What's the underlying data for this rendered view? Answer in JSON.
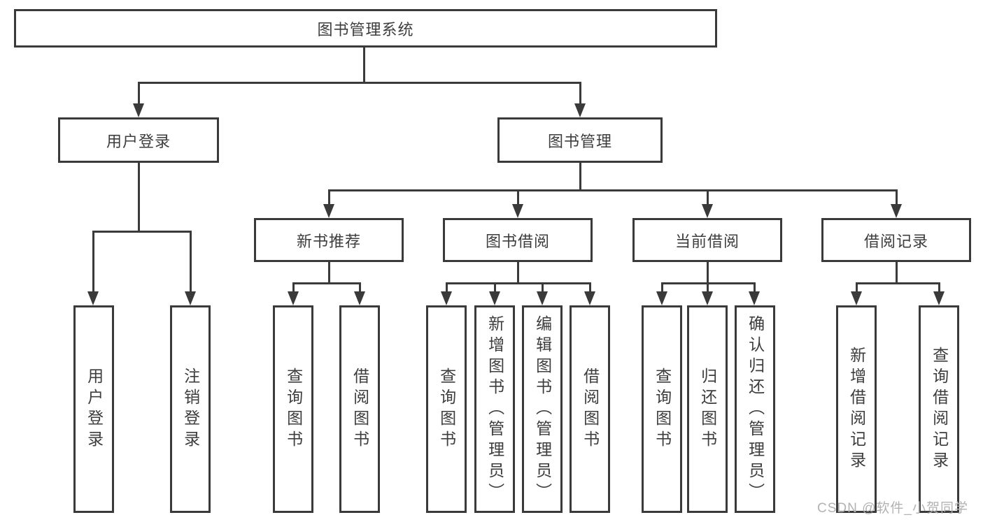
{
  "colors": {
    "line": "#3a3a3a",
    "text": "#3d3d3d",
    "box_background": "#ffffff",
    "watermark": "#b3b1b1"
  },
  "watermark": {
    "text": "CSDN @软件_小贺同学"
  },
  "chart_data": {
    "type": "tree",
    "title": "图书管理系统",
    "structure": "root > [用户登录, 图书管理]; 用户登录 > [用户登录, 注销登录]; 图书管理 > [新书推荐, 图书借阅, 当前借阅, 借阅记录]"
  },
  "tree": {
    "root": "图书管理系统",
    "user_login": {
      "label": "用户登录",
      "children": {
        "login": "用户登录",
        "logout": "注销登录"
      }
    },
    "book_mgmt": {
      "label": "图书管理",
      "groups": {
        "new_books": {
          "label": "新书推荐",
          "children": {
            "query": "查询图书",
            "borrow": "借阅图书"
          }
        },
        "book_borrow": {
          "label": "图书借阅",
          "children": {
            "query": "查询图书",
            "add": "新增图书（管理员）",
            "edit": "编辑图书（管理员）",
            "borrow": "借阅图书"
          }
        },
        "current_borrow": {
          "label": "当前借阅",
          "children": {
            "query": "查询图书",
            "return": "归还图书",
            "confirm": "确认归还（管理员）"
          }
        },
        "borrow_records": {
          "label": "借阅记录",
          "children": {
            "add": "新增借阅记录",
            "query": "查询借阅记录"
          }
        }
      }
    }
  }
}
